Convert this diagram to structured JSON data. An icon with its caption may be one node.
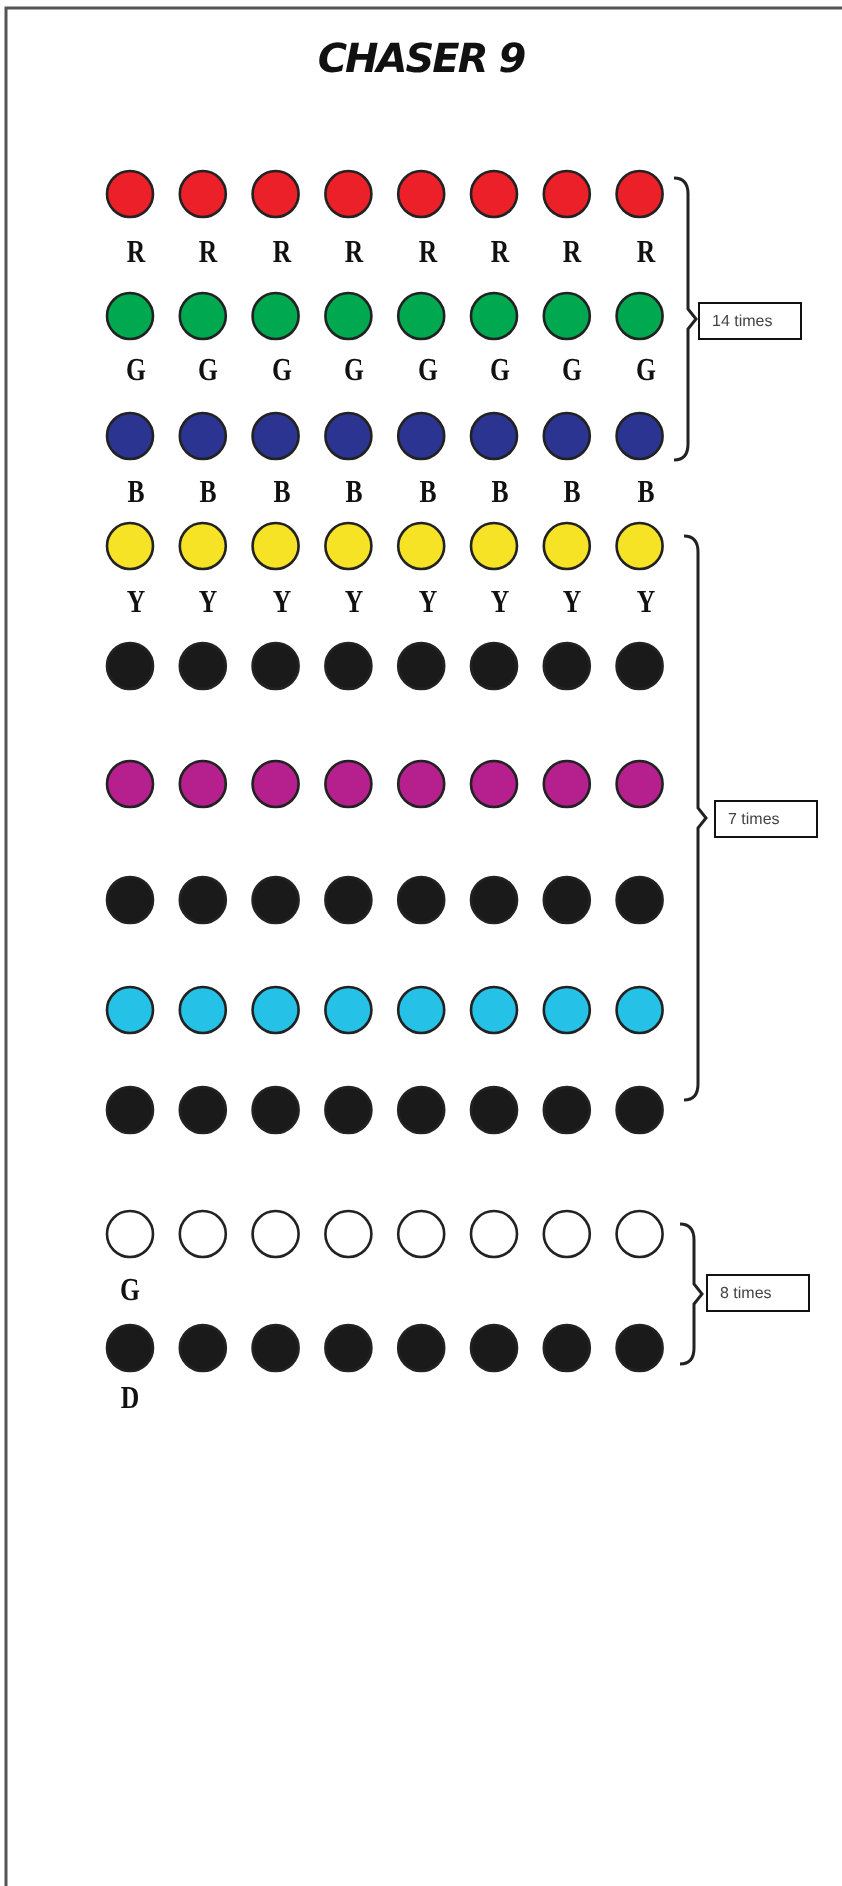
{
  "diagram": {
    "title": "CHASER 9",
    "nodes": [
      {
        "text": [
          "14 times"
        ]
      },
      {
        "text": [
          "7 times"
        ]
      },
      {
        "text": [
          "8 times"
        ]
      }
    ],
    "labels": [
      "R",
      "R",
      "R",
      "R",
      "R",
      "R",
      "R",
      "R",
      "G",
      "G",
      "G",
      "G",
      "G",
      "G",
      "G",
      "G",
      "B",
      "B",
      "B",
      "B",
      "B",
      "B",
      "B",
      "B",
      "Y",
      "Y",
      "Y",
      "Y",
      "Y",
      "Y",
      "Y",
      "Y",
      "G",
      "D"
    ]
  }
}
